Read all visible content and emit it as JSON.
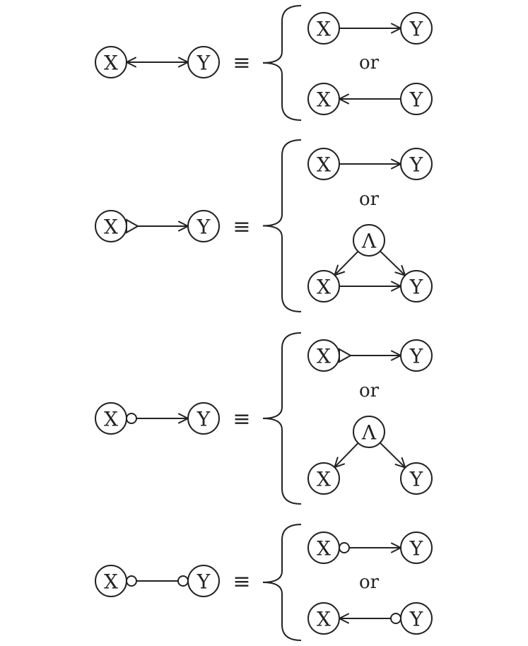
{
  "labels": {
    "X": "X",
    "Y": "Y",
    "L": "Λ",
    "or": "or",
    "equiv": "≡"
  },
  "rows": [
    {
      "name": "bidirected",
      "lhs": {
        "mark": "arrowhead"
      },
      "alts": [
        {
          "type": "pair",
          "mark": "none",
          "dir": "right"
        },
        {
          "type": "pair",
          "mark": "none",
          "dir": "left"
        }
      ]
    },
    {
      "name": "triangle-tail",
      "lhs": {
        "mark": "triangle"
      },
      "alts": [
        {
          "type": "pair",
          "mark": "none",
          "dir": "right"
        },
        {
          "type": "confounded",
          "with_xy_edge": true
        }
      ]
    },
    {
      "name": "circle-tail",
      "lhs": {
        "mark": "circle"
      },
      "alts": [
        {
          "type": "pair",
          "mark": "triangle",
          "dir": "right"
        },
        {
          "type": "confounded",
          "with_xy_edge": false
        }
      ]
    },
    {
      "name": "circle-circle",
      "lhs": {
        "mark": "circle-both"
      },
      "alts": [
        {
          "type": "pair",
          "mark": "circle",
          "dir": "right"
        },
        {
          "type": "pair",
          "mark": "circle",
          "dir": "left"
        }
      ]
    }
  ]
}
